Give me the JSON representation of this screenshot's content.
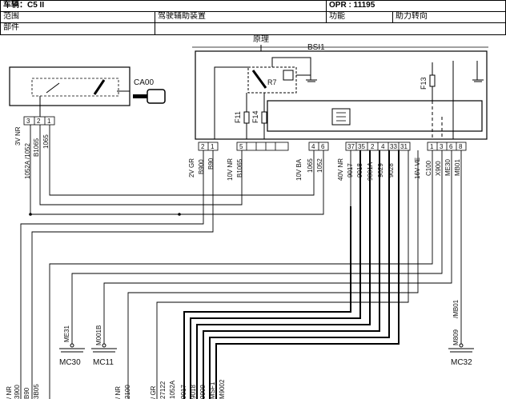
{
  "header": {
    "vehicle": "车辆：C5 II",
    "opr": "OPR : 11195",
    "scope_label": "范围",
    "scope_value": "驾驶辅助装置",
    "function_label": "功能",
    "function_value": "助力转向",
    "part_label": "部件"
  },
  "diagram": {
    "section_title": "原理",
    "module_name": "BSI1",
    "switch_name": "CA00",
    "relay_name": "R7",
    "fuses": [
      "F11",
      "F14",
      "F13"
    ],
    "left_connector": {
      "label": "3V NR",
      "pins": [
        "3",
        "2",
        "1"
      ],
      "wires": [
        "1052A /1052",
        "B1065",
        "1065"
      ]
    },
    "bsi_connector_a": {
      "label": "2V GR",
      "pins": [
        "2",
        "1"
      ],
      "wires": [
        "B900",
        "B90"
      ]
    },
    "bsi_connector_b": {
      "label": "10V NR",
      "pins": [
        "5"
      ],
      "wires": [
        "B1065"
      ]
    },
    "bsi_connector_c": {
      "label": "10V BA",
      "pins": [
        "4",
        "6"
      ],
      "wires": [
        "1065",
        "1052"
      ]
    },
    "bsi_connector_d": {
      "label": "40V NR",
      "pins": [
        "37",
        "35",
        "2",
        "4",
        "33",
        "31"
      ],
      "wires": [
        "9017",
        "9018",
        "9001A",
        "9029",
        "9028"
      ]
    },
    "bsi_connector_e": {
      "label": "16V VE",
      "pins": [
        "1",
        "3",
        "6",
        "8"
      ],
      "wires": [
        "C100",
        "X900",
        "ME30",
        "MB01"
      ]
    },
    "grounds": [
      "MC30",
      "MC11",
      "MC32"
    ],
    "ground_wires": [
      "ME31",
      "M001B",
      "M809",
      "/MB01"
    ],
    "bottom_labels": [
      "/ NR",
      "3900",
      "B90",
      "3B05",
      "/ NR",
      "2100",
      "/ GR",
      "27122",
      "1052A",
      "9017",
      "9018",
      "9909",
      "MSF1",
      "M9002"
    ]
  }
}
